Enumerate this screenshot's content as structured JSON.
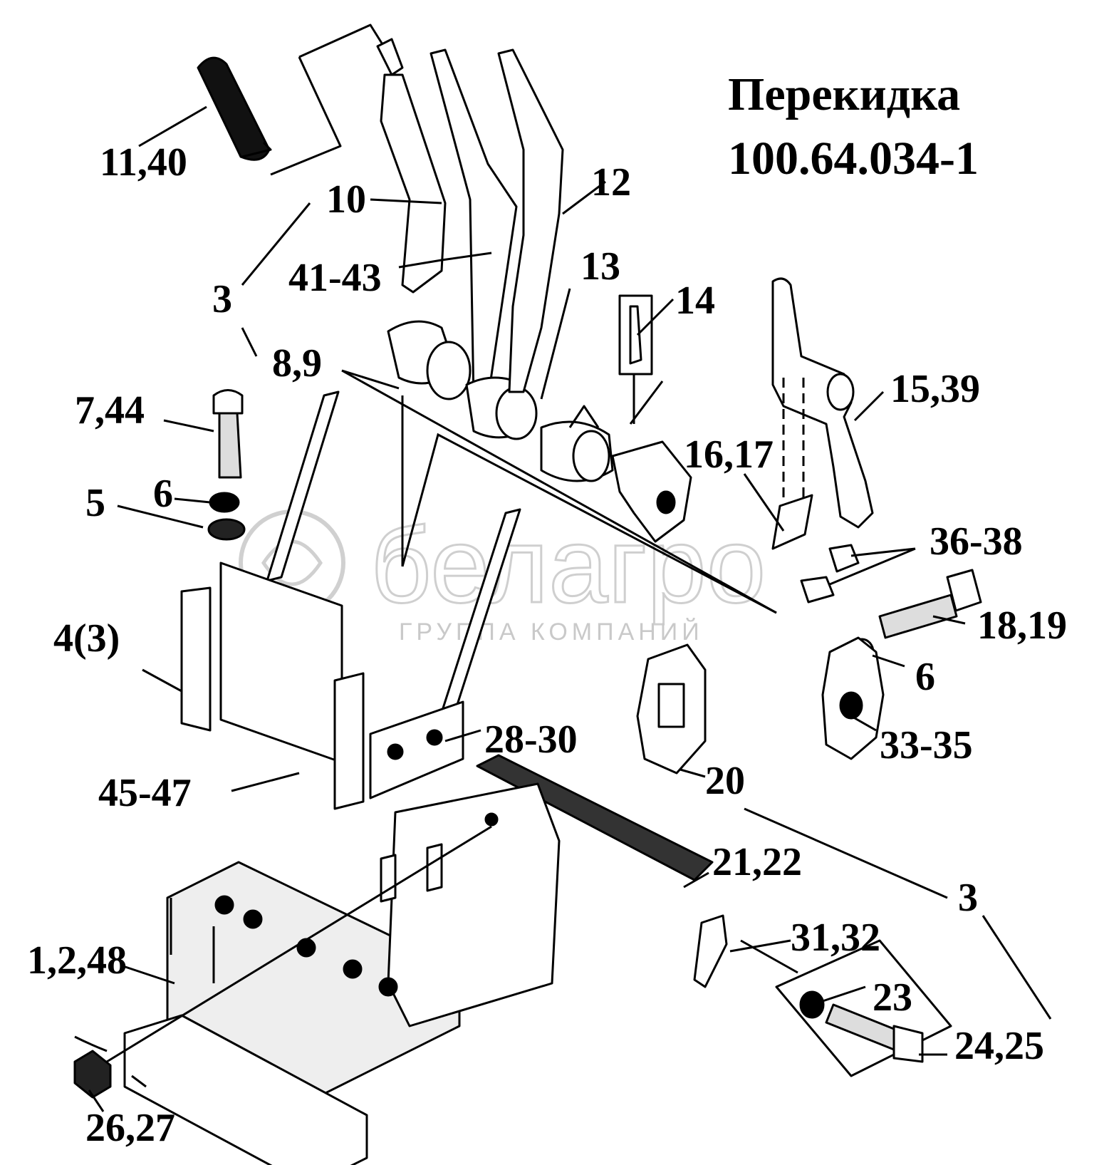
{
  "title": {
    "line1": "Перекидка",
    "line2": "100.64.034-1"
  },
  "watermark": {
    "brand": "белагро",
    "subtitle": "ГРУППА КОМПАНИЙ"
  },
  "callouts": [
    {
      "id": "c-11-40",
      "text": "11,40"
    },
    {
      "id": "c-10",
      "text": "10"
    },
    {
      "id": "c-12",
      "text": "12"
    },
    {
      "id": "c-41-43",
      "text": "41-43"
    },
    {
      "id": "c-13",
      "text": "13"
    },
    {
      "id": "c-3-top",
      "text": "3"
    },
    {
      "id": "c-14",
      "text": "14"
    },
    {
      "id": "c-8-9",
      "text": "8,9"
    },
    {
      "id": "c-15-39",
      "text": "15,39"
    },
    {
      "id": "c-7-44",
      "text": "7,44"
    },
    {
      "id": "c-16-17",
      "text": "16,17"
    },
    {
      "id": "c-6-left",
      "text": "6"
    },
    {
      "id": "c-5",
      "text": "5"
    },
    {
      "id": "c-36-38",
      "text": "36-38"
    },
    {
      "id": "c-18-19",
      "text": "18,19"
    },
    {
      "id": "c-4-3",
      "text": "4(3)"
    },
    {
      "id": "c-6-right",
      "text": "6"
    },
    {
      "id": "c-28-30",
      "text": "28-30"
    },
    {
      "id": "c-33-35",
      "text": "33-35"
    },
    {
      "id": "c-45-47",
      "text": "45-47"
    },
    {
      "id": "c-20",
      "text": "20"
    },
    {
      "id": "c-21-22",
      "text": "21,22"
    },
    {
      "id": "c-3-right",
      "text": "3"
    },
    {
      "id": "c-31-32",
      "text": "31,32"
    },
    {
      "id": "c-1-2-48",
      "text": "1,2,48"
    },
    {
      "id": "c-23",
      "text": "23"
    },
    {
      "id": "c-24-25",
      "text": "24,25"
    },
    {
      "id": "c-26-27",
      "text": "26,27"
    }
  ]
}
